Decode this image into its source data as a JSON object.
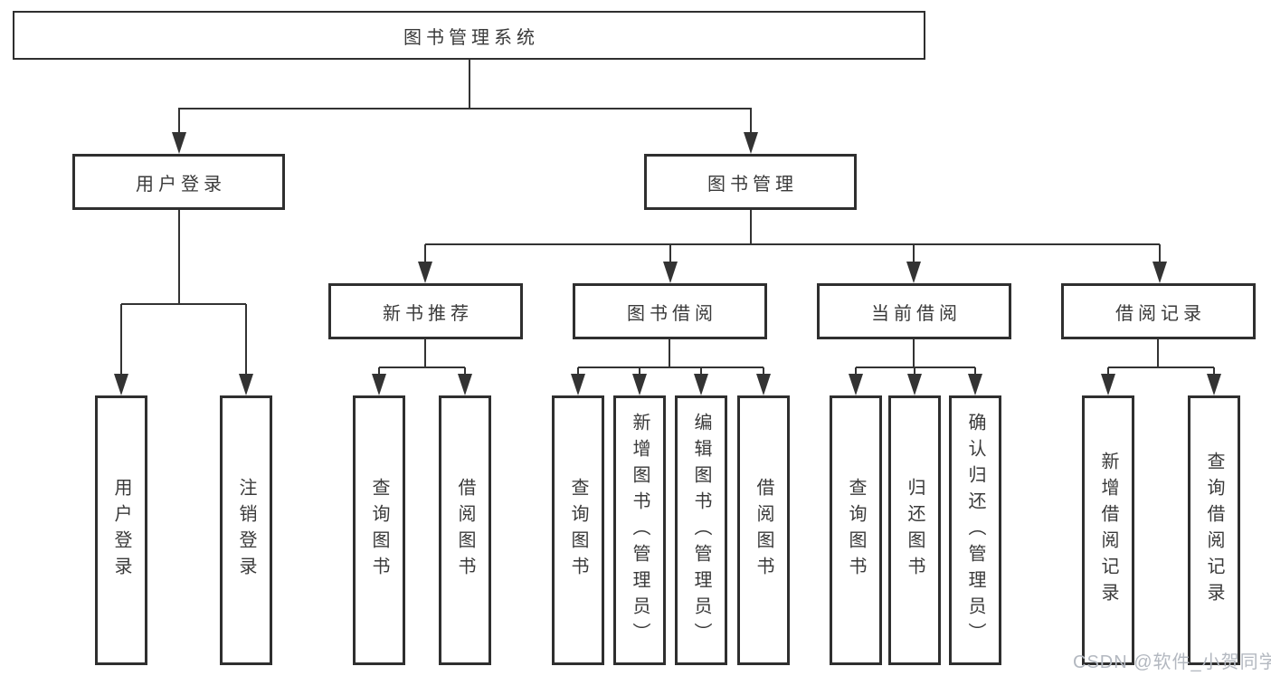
{
  "diagram": {
    "root": {
      "label": "图书管理系统",
      "children": [
        {
          "label": "用户登录",
          "children": [
            {
              "label": "用户登录"
            },
            {
              "label": "注销登录"
            }
          ]
        },
        {
          "label": "图书管理",
          "children": [
            {
              "label": "新书推荐",
              "children": [
                {
                  "label": "查询图书"
                },
                {
                  "label": "借阅图书"
                }
              ]
            },
            {
              "label": "图书借阅",
              "children": [
                {
                  "label": "查询图书"
                },
                {
                  "label": "新增图书（管理员）"
                },
                {
                  "label": "编辑图书（管理员）"
                },
                {
                  "label": "借阅图书"
                }
              ]
            },
            {
              "label": "当前借阅",
              "children": [
                {
                  "label": "查询图书"
                },
                {
                  "label": "归还图书"
                },
                {
                  "label": "确认归还（管理员）"
                }
              ]
            },
            {
              "label": "借阅记录",
              "children": [
                {
                  "label": "新增借阅记录"
                },
                {
                  "label": "查询借阅记录"
                }
              ]
            }
          ]
        }
      ]
    }
  },
  "watermark": {
    "text": "CSDN @软件_小贺同学"
  },
  "colors": {
    "line": "#333333",
    "box_border": "#2f2f2f",
    "text": "#3a3a3a",
    "watermark": "#b3b8c0",
    "background": "#ffffff"
  }
}
